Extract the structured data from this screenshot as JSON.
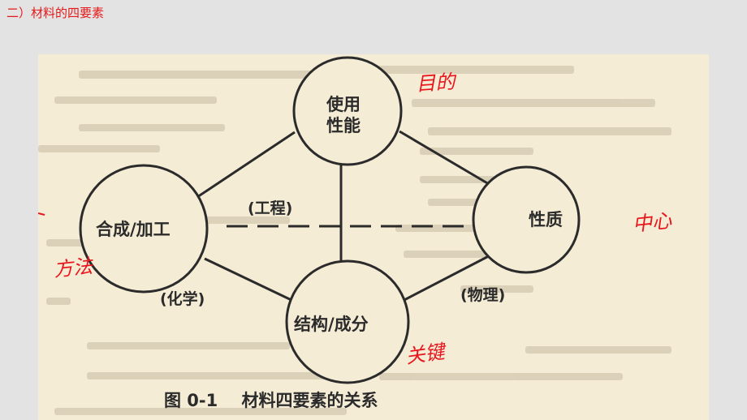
{
  "slide": {
    "title": "二）材料的四要素"
  },
  "diagram": {
    "node_top_line1": "使用",
    "node_top_line2": "性能",
    "node_left": "合成/加工",
    "node_right": "性质",
    "node_bottom": "结构/成分",
    "edge_center": "(工程)",
    "edge_bottom_left": "(化学)",
    "edge_bottom_right": "(物理)",
    "caption": "图 0-1    材料四要素的关系"
  },
  "handwritten": {
    "top": "目的",
    "left": "方法",
    "right": "中心",
    "bottom": "关键"
  },
  "colors": {
    "title": "#e41a1a",
    "annotation": "#e8161c",
    "ink": "#2b2b2b",
    "paper": "#f5ecd6",
    "background": "#e3e3e3"
  }
}
